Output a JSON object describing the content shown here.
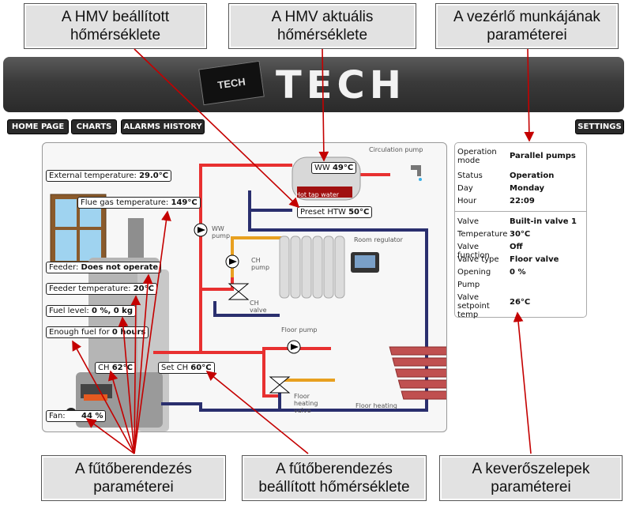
{
  "callouts": {
    "hmv_set": "A HMV beállított hőmérséklete",
    "hmv_actual": "A HMV aktuális hőmérséklete",
    "controller": "A vezérlő munkájának paraméterei",
    "heater": "A fűtőberendezés paraméterei",
    "heater_set": "A fűtőberendezés beállított hőmérséklete",
    "valves": "A keverőszelepek paraméterei"
  },
  "brand": {
    "chip": "TECH",
    "logo": "TECH"
  },
  "nav": {
    "home": "HOME PAGE",
    "charts": "CHARTS",
    "alarms": "ALARMS HISTORY",
    "settings": "SETTINGS"
  },
  "diagram": {
    "external_temp_label": "External temperature:",
    "external_temp_value": "29.0°C",
    "flue_label": "Flue gas temperature:",
    "flue_value": "149°C",
    "feeder_label": "Feeder:",
    "feeder_value": "Does not operate",
    "feeder_temp_label": "Feeder temperature:",
    "feeder_temp_value": "20°C",
    "fuel_label": "Fuel level:",
    "fuel_value": "0 %, 0 kg",
    "enough_label": "Enough fuel for",
    "enough_value": "0 hours",
    "ch_label": "CH",
    "ch_value": "62°C",
    "set_ch_label": "Set CH",
    "set_ch_value": "60°C",
    "fan_label": "Fan:",
    "fan_value": "44 %",
    "ww_label": "WW",
    "ww_value": "49°C",
    "preset_label": "Preset HTW",
    "preset_value": "50°C",
    "circulation_pump": "Circulation pump",
    "hot_tap_water": "Hot tap water",
    "ww_pump": "WW pump",
    "ch_pump": "CH pump",
    "ch_valve": "CH valve",
    "room_regulator": "Room regulator",
    "floor_pump": "Floor pump",
    "floor_heating_valve": "Floor heating valve",
    "floor_heating": "Floor heating"
  },
  "info": {
    "rows1": [
      {
        "k": "Operation mode",
        "v": "Parallel pumps"
      },
      {
        "k": "Status",
        "v": "Operation"
      },
      {
        "k": "Day",
        "v": "Monday"
      },
      {
        "k": "Hour",
        "v": "22:09"
      }
    ],
    "rows2": [
      {
        "k": "Valve",
        "v": "Built-in valve 1"
      },
      {
        "k": "Temperature",
        "v": "30°C"
      },
      {
        "k": "Valve function",
        "v": "Off"
      },
      {
        "k": "Valve type",
        "v": "Floor valve"
      },
      {
        "k": "Opening",
        "v": "0 %"
      },
      {
        "k": "Pump",
        "v": ""
      },
      {
        "k": "Valve setpoint temp",
        "v": "26°C"
      }
    ]
  },
  "colors": {
    "hot": "#e83030",
    "cold": "#2a2f6e",
    "orange": "#e8a020",
    "arrow": "#c40000"
  }
}
